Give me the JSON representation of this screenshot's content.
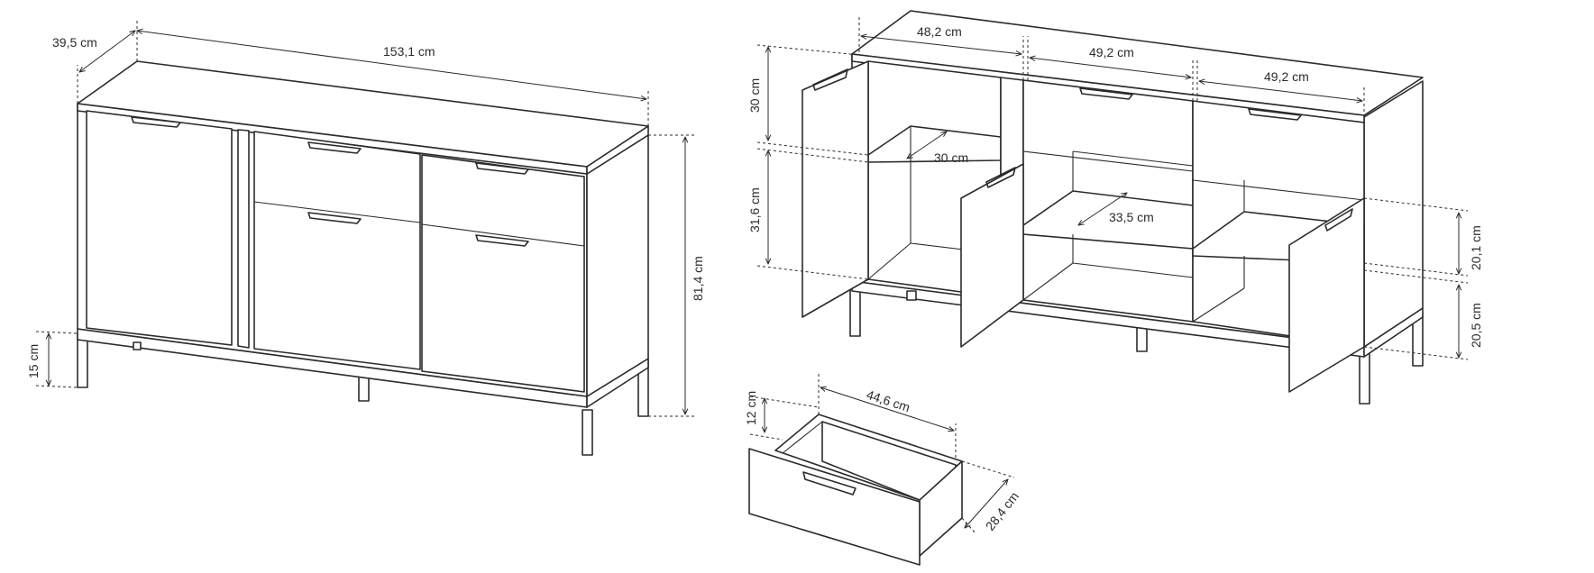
{
  "dimensions": {
    "depth": "39,5 cm",
    "width": "153,1 cm",
    "height": "81,4 cm",
    "leg_height": "15 cm",
    "compartment_left_width": "48,2 cm",
    "compartment_middle_width": "49,2 cm",
    "compartment_right_width": "49,2 cm",
    "upper_shelf_height": "30 cm",
    "lower_shelf_height": "31,6 cm",
    "left_shelf_depth": "30 cm",
    "middle_shelf_depth": "33,5 cm",
    "right_upper_height": "20,1 cm",
    "right_lower_height": "20,5 cm",
    "drawer_width": "44,6 cm",
    "drawer_height": "12 cm",
    "drawer_depth": "28,4 cm"
  },
  "colors": {
    "line": "#2b2b2b",
    "background": "#ffffff"
  }
}
